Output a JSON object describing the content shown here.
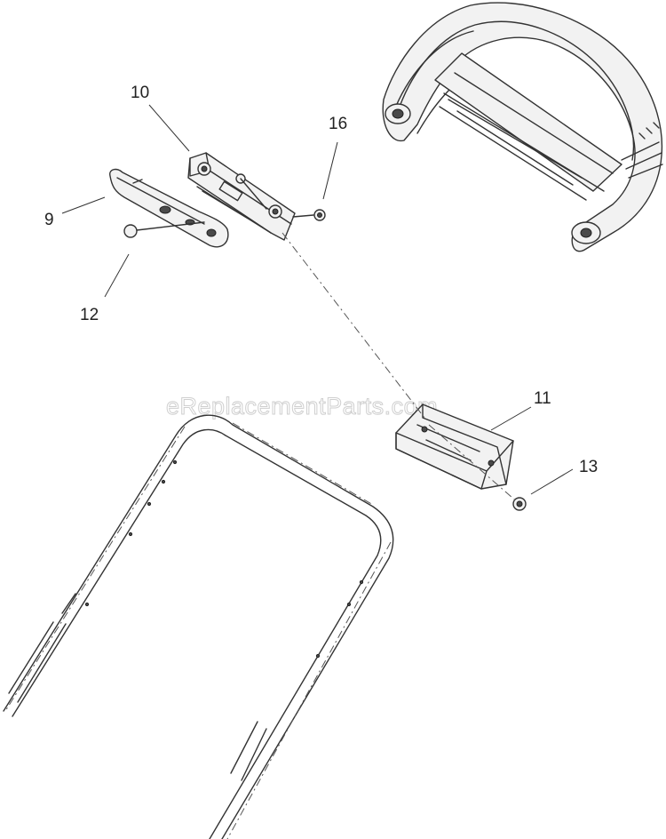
{
  "watermark": "eReplacementParts.com",
  "callouts": [
    {
      "id": "label-10",
      "text": "10"
    },
    {
      "id": "label-16",
      "text": "16"
    },
    {
      "id": "label-9",
      "text": "9"
    },
    {
      "id": "label-12",
      "text": "12"
    },
    {
      "id": "label-11",
      "text": "11"
    },
    {
      "id": "label-13",
      "text": "13"
    }
  ],
  "colors": {
    "line": "#333333",
    "background": "#ffffff",
    "watermark_outline": "#cfcfcf"
  }
}
